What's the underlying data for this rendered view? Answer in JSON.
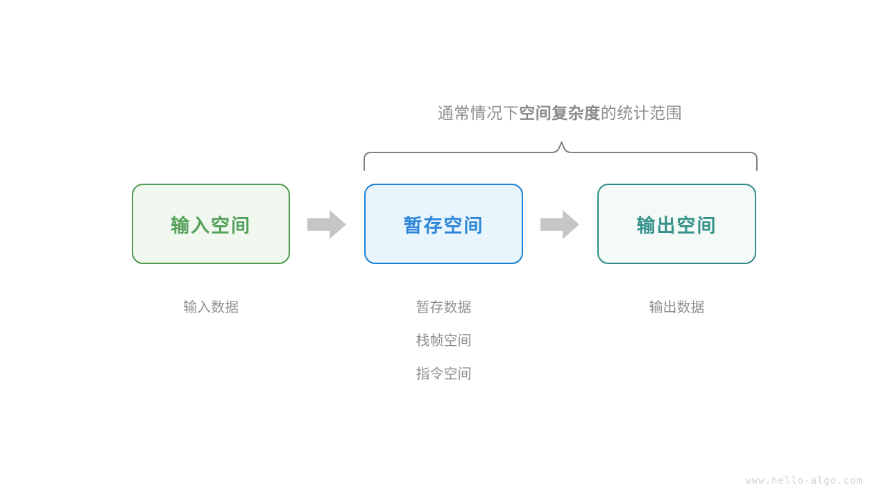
{
  "diagram": {
    "title_prefix": "通常情况下",
    "title_emphasis": "空间复杂度",
    "title_suffix": "的统计范围",
    "brace_label": "通常情况下空间复杂度的统计范围",
    "colors": {
      "input_border": "#4e9a4e",
      "input_fill": "#f1f8f0",
      "input_text": "#55a05a",
      "temp_border": "#177fd4",
      "temp_fill": "#e9f5fd",
      "temp_text": "#2d86d6",
      "output_border": "#2f8c85",
      "output_fill": "#f3faf8",
      "output_text": "#36918a",
      "arrow": "#c6c6c6",
      "brace": "#808080",
      "caption_text": "#8f8f8f",
      "watermark": "#d4d4d4"
    },
    "boxes": [
      {
        "id": "input",
        "label": "输入空间",
        "captions": [
          "输入数据"
        ]
      },
      {
        "id": "temp",
        "label": "暂存空间",
        "captions": [
          "暂存数据",
          "栈帧空间",
          "指令空间"
        ]
      },
      {
        "id": "output",
        "label": "输出空间",
        "captions": [
          "输出数据"
        ]
      }
    ],
    "arrows": [
      {
        "id": "arrow-1",
        "from": "input",
        "to": "temp",
        "glyph": "block-arrow-right-icon"
      },
      {
        "id": "arrow-2",
        "from": "temp",
        "to": "output",
        "glyph": "block-arrow-right-icon"
      }
    ],
    "brace": {
      "icon": "curly-brace-horizontal-icon",
      "covers": [
        "temp",
        "output"
      ]
    }
  },
  "watermark": "www.hello-algo.com"
}
